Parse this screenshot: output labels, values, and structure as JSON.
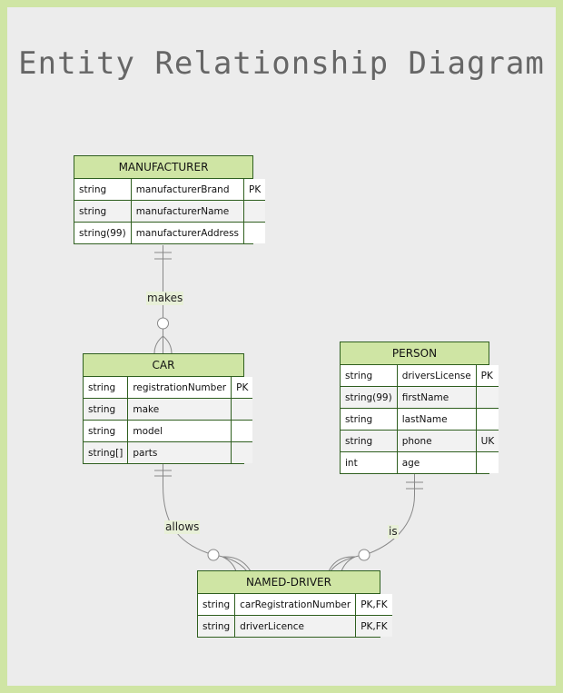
{
  "title": "Entity Relationship Diagram",
  "entities": {
    "manufacturer": {
      "name": "MANUFACTURER",
      "rows": [
        {
          "type": "string",
          "attr": "manufacturerBrand",
          "key": "PK"
        },
        {
          "type": "string",
          "attr": "manufacturerName",
          "key": ""
        },
        {
          "type": "string(99)",
          "attr": "manufacturerAddress",
          "key": ""
        }
      ]
    },
    "car": {
      "name": "CAR",
      "rows": [
        {
          "type": "string",
          "attr": "registrationNumber",
          "key": "PK"
        },
        {
          "type": "string",
          "attr": "make",
          "key": ""
        },
        {
          "type": "string",
          "attr": "model",
          "key": ""
        },
        {
          "type": "string[]",
          "attr": "parts",
          "key": ""
        }
      ]
    },
    "person": {
      "name": "PERSON",
      "rows": [
        {
          "type": "string",
          "attr": "driversLicense",
          "key": "PK"
        },
        {
          "type": "string(99)",
          "attr": "firstName",
          "key": ""
        },
        {
          "type": "string",
          "attr": "lastName",
          "key": ""
        },
        {
          "type": "string",
          "attr": "phone",
          "key": "UK"
        },
        {
          "type": "int",
          "attr": "age",
          "key": ""
        }
      ]
    },
    "named_driver": {
      "name": "NAMED-DRIVER",
      "rows": [
        {
          "type": "string",
          "attr": "carRegistrationNumber",
          "key": "PK,FK"
        },
        {
          "type": "string",
          "attr": "driverLicence",
          "key": "PK,FK"
        }
      ]
    }
  },
  "relationships": {
    "makes": {
      "label": "makes",
      "from": "MANUFACTURER",
      "to": "CAR",
      "from_card": "exactly-one",
      "to_card": "zero-or-many"
    },
    "allows": {
      "label": "allows",
      "from": "CAR",
      "to": "NAMED-DRIVER",
      "from_card": "exactly-one",
      "to_card": "zero-or-many"
    },
    "is": {
      "label": "is",
      "from": "PERSON",
      "to": "NAMED-DRIVER",
      "from_card": "exactly-one",
      "to_card": "zero-or-many"
    }
  },
  "colors": {
    "background_frame": "#cfe5a4",
    "canvas": "#ececec",
    "entity_header": "#cfe5a4",
    "entity_border": "#2f5f1f",
    "edge": "#888888",
    "title": "#666666"
  }
}
